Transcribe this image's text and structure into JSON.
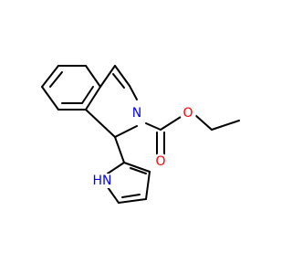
{
  "molecule": {
    "atoms": {
      "N_ring": {
        "label": "N",
        "color": "#0000ff"
      },
      "O_carbonyl": {
        "label": "O",
        "color": "#ff0000"
      },
      "O_ester": {
        "label": "O",
        "color": "#ff0000"
      },
      "NH_pyrrole": {
        "label": "HN",
        "color": "#0000ff"
      }
    }
  },
  "colors": {
    "bond": "#000000",
    "nitrogen": "#0000ff",
    "oxygen": "#ff0000",
    "background": "#ffffff"
  }
}
